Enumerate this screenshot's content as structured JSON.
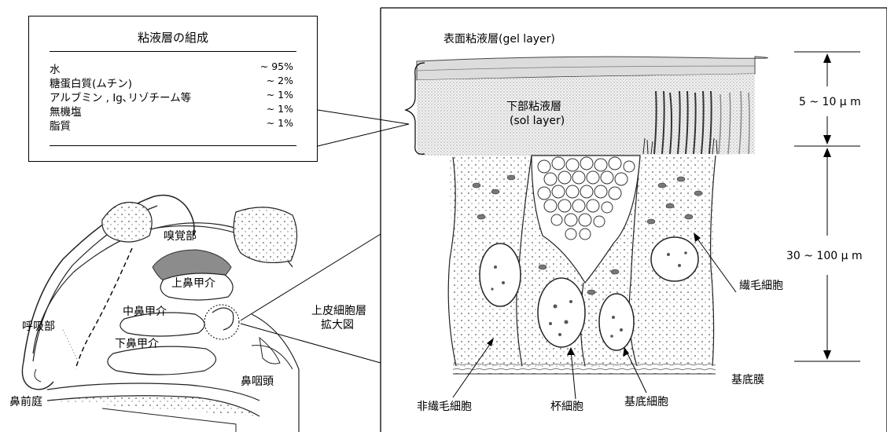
{
  "composition_box": {
    "title": "粘液層の組成",
    "rows": [
      {
        "name": "水",
        "value": "~ 95%"
      },
      {
        "name": "糖蛋白質(ムチン)",
        "value": "~ 2%"
      },
      {
        "name": "アルブミン , Ig､リゾチーム等",
        "value": "~ 1%"
      },
      {
        "name": "無機塩",
        "value": "~ 1%"
      },
      {
        "name": "脂質",
        "value": "~ 1%"
      }
    ]
  },
  "nasal_labels": {
    "olfactory": "嗅覚部",
    "superior_turbinate": "上鼻甲介",
    "middle_turbinate": "中鼻甲介",
    "inferior_turbinate": "下鼻甲介",
    "respiratory": "呼吸部",
    "vestibule": "鼻前庭",
    "nasopharynx": "鼻咽頭"
  },
  "magnify_label": {
    "line1": "上皮細胞層",
    "line2": "拡大図"
  },
  "epithelium_labels": {
    "gel_layer": "表面粘液層(gel layer)",
    "sol_layer_line1": "下部粘液層",
    "sol_layer_line2": "(sol layer)",
    "mucus_thickness": "5 ~ 10 μ m",
    "cell_thickness": "30 ~ 100 μ m",
    "ciliated_cell": "繊毛細胞",
    "basement_membrane": "基底膜",
    "non_ciliated_cell": "非繊毛細胞",
    "goblet_cell": "杯細胞",
    "basal_cell": "基底細胞"
  }
}
